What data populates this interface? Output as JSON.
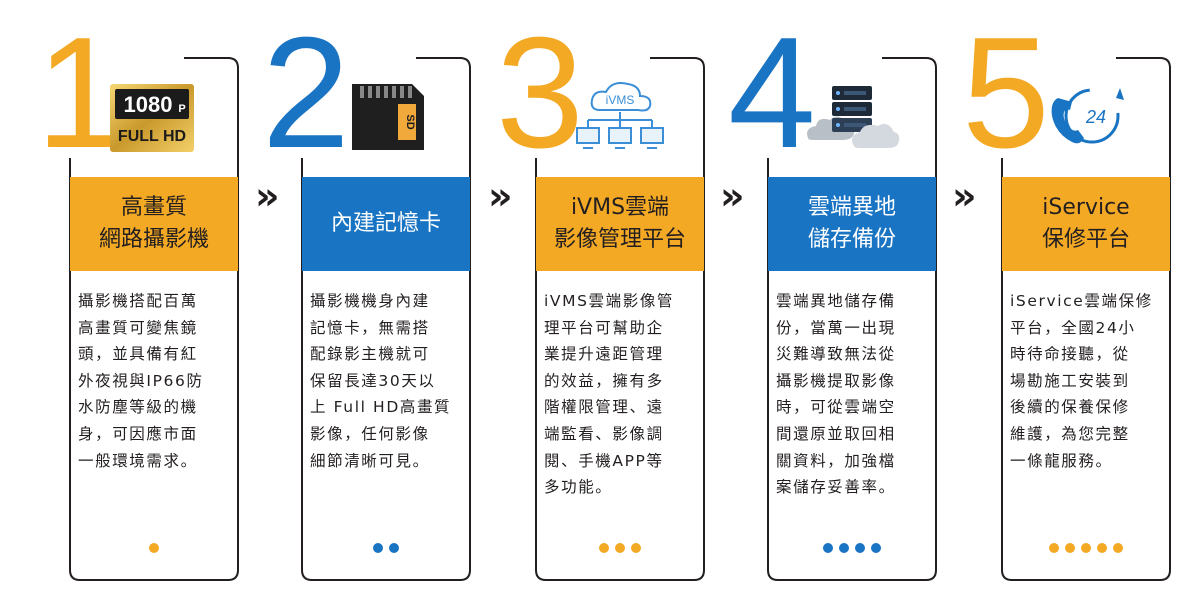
{
  "colors": {
    "yellow": "#f4a925",
    "blue": "#1a74c4",
    "dark": "#231f20"
  },
  "arrow_glyph": "»",
  "steps": [
    {
      "number": "1",
      "icon": "1080p-fullhd-badge-icon",
      "badge_top": "1080",
      "badge_p": "P",
      "badge_bottom": "FULL HD",
      "title_lines": [
        "高畫質",
        "網路攝影機"
      ],
      "band_color": "yellow",
      "desc_lines": [
        "攝影機搭配百萬",
        "高畫質可變焦鏡",
        "頭，並具備有紅",
        "外夜視與IP66防",
        "水防塵等級的機",
        "身，可因應市面",
        "一般環境需求。"
      ],
      "dot_count": 1,
      "dot_color": "yellow"
    },
    {
      "number": "2",
      "icon": "sd-card-icon",
      "sd_label": "SD",
      "title_lines": [
        "內建記憶卡"
      ],
      "band_color": "blue",
      "desc_lines": [
        "攝影機機身內建",
        "記憶卡，無需搭",
        "配錄影主機就可",
        "保留長達30天以",
        "上 Full HD高畫質",
        "影像，任何影像",
        "細節清晰可見。"
      ],
      "dot_count": 2,
      "dot_color": "blue"
    },
    {
      "number": "3",
      "icon": "ivms-cloud-network-icon",
      "cloud_label": "iVMS",
      "title_lines": [
        "iVMS雲端",
        "影像管理平台"
      ],
      "band_color": "yellow",
      "desc_lines": [
        "iVMS雲端影像管",
        "理平台可幫助企",
        "業提升遠距管理",
        "的效益，擁有多",
        "階權限管理、遠",
        "端監看、影像調",
        "閱、手機APP等",
        "多功能。"
      ],
      "dot_count": 3,
      "dot_color": "yellow"
    },
    {
      "number": "4",
      "icon": "cloud-server-icon",
      "title_lines": [
        "雲端異地",
        "儲存備份"
      ],
      "band_color": "blue",
      "desc_lines": [
        "雲端異地儲存備",
        "份，當萬一出現",
        "災難導致無法從",
        "攝影機提取影像",
        "時，可從雲端空",
        "間還原並取回相",
        "關資料，加強檔",
        "案儲存妥善率。"
      ],
      "dot_count": 4,
      "dot_color": "blue"
    },
    {
      "number": "5",
      "icon": "24h-service-phone-icon",
      "service_label": "24",
      "title_lines": [
        "iService",
        "保修平台"
      ],
      "band_color": "yellow",
      "desc_lines": [
        "iService雲端保修",
        "平台，全國24小",
        "時待命接聽，從",
        "場勘施工安裝到",
        "後續的保養保修",
        "維護，為您完整",
        "一條龍服務。"
      ],
      "dot_count": 5,
      "dot_color": "yellow"
    }
  ]
}
